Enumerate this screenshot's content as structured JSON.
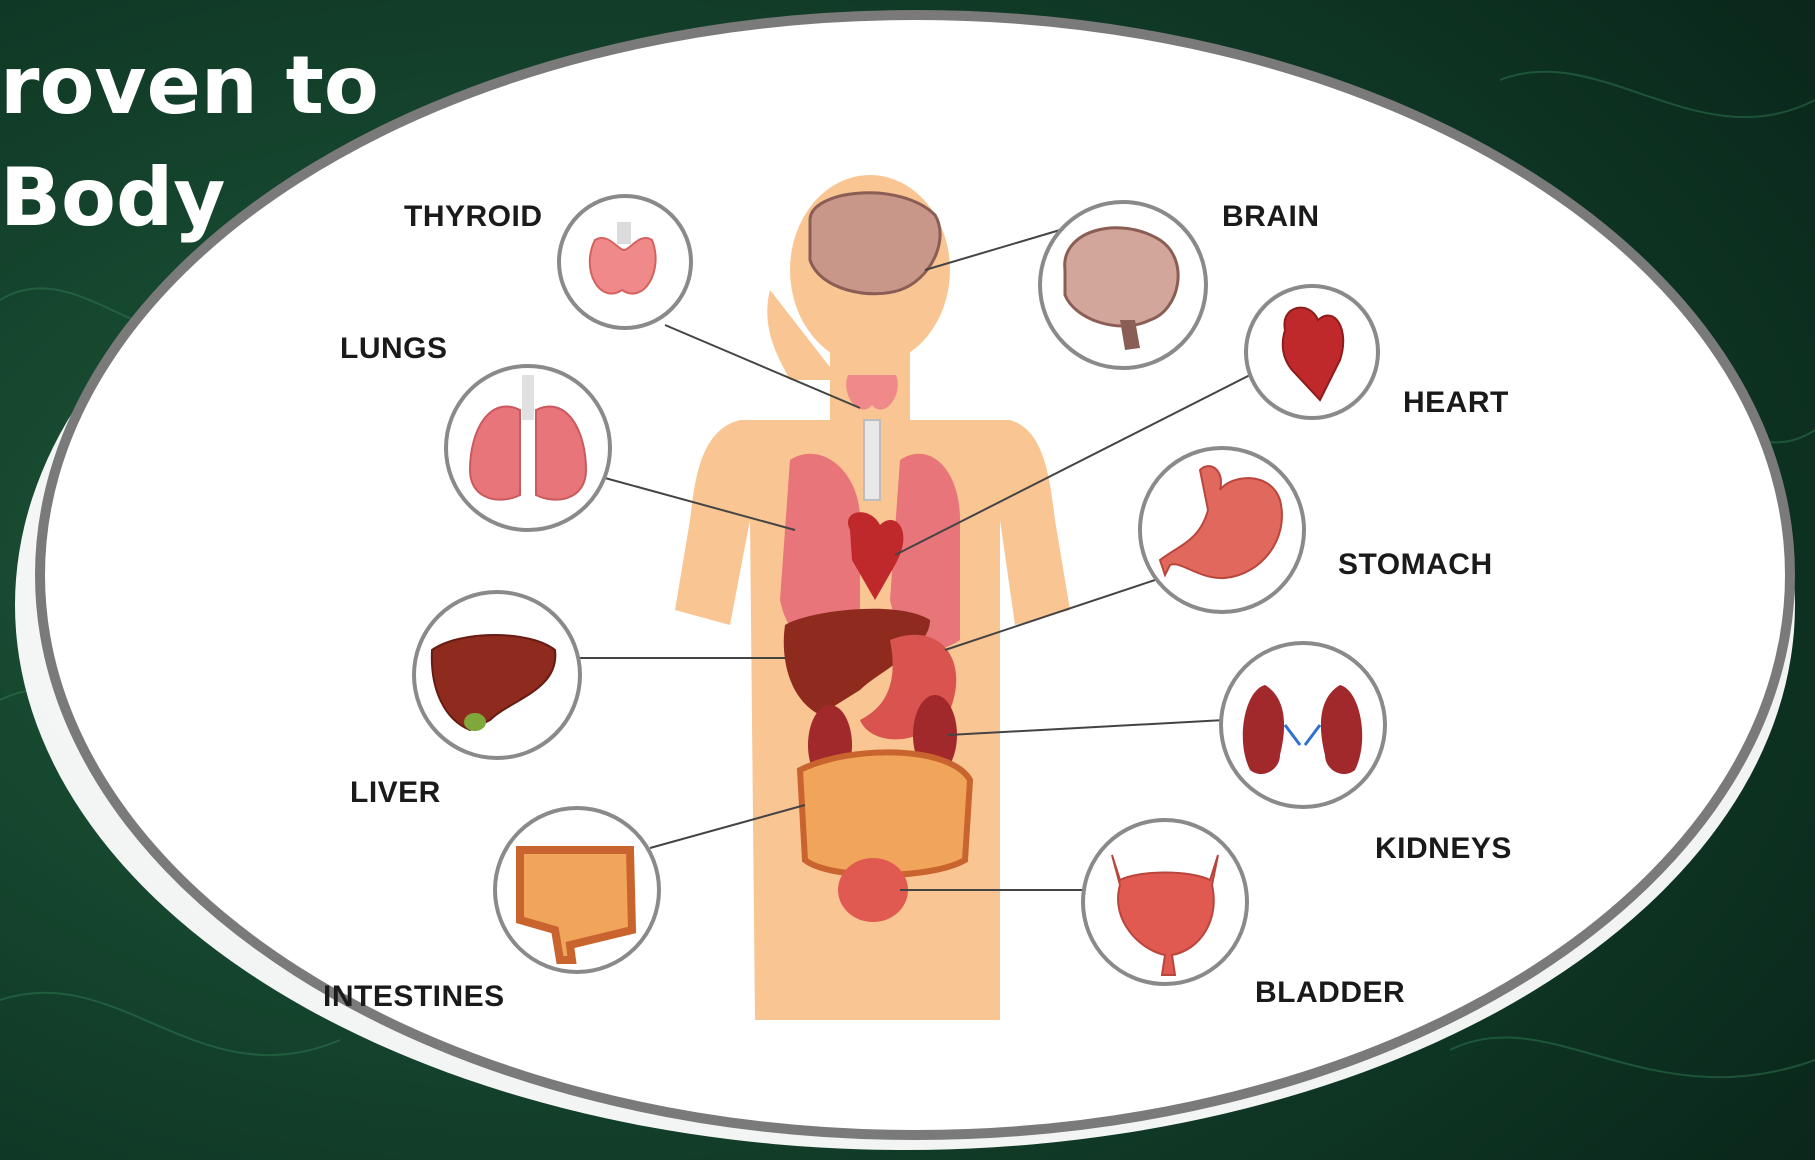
{
  "heading": {
    "line1": "roven to",
    "line2": "Body"
  },
  "labels": {
    "thyroid": "THYROID",
    "brain": "BRAIN",
    "lungs": "LUNGS",
    "heart": "HEART",
    "stomach": "STOMACH",
    "liver": "LIVER",
    "kidneys": "KIDNEYS",
    "intestines": "INTESTINES",
    "bladder": "BLADDER"
  },
  "colors": {
    "background": "#0c3322",
    "board": "#ffffff",
    "frame": "#7a7a7a",
    "skin": "#f9c592",
    "organ": "#d9534f",
    "liver": "#8f2a1e"
  }
}
